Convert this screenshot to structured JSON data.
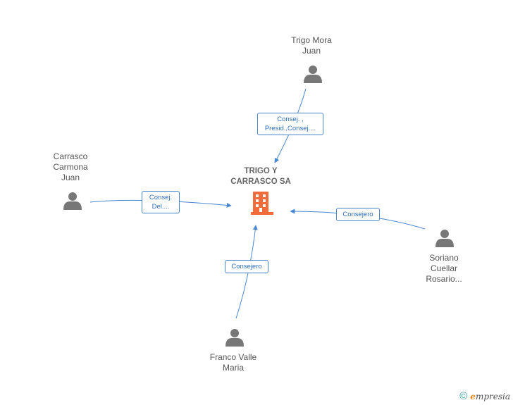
{
  "company": {
    "name_line1": "TRIGO Y",
    "name_line2": "CARRASCO SA",
    "icon": "building-icon",
    "icon_color": "#f26b3a"
  },
  "people": [
    {
      "id": "trigo-mora",
      "lines": [
        "Trigo Mora",
        "Juan"
      ],
      "icon": "person-icon"
    },
    {
      "id": "carrasco-carmona",
      "lines": [
        "Carrasco",
        "Carmona",
        "Juan"
      ],
      "icon": "person-icon"
    },
    {
      "id": "soriano-cuellar",
      "lines": [
        "Soriano",
        "Cuellar",
        "Rosario..."
      ],
      "icon": "person-icon"
    },
    {
      "id": "franco-valle",
      "lines": [
        "Franco Valle",
        "Maria"
      ],
      "icon": "person-icon"
    }
  ],
  "relations": [
    {
      "from": "trigo-mora",
      "lines": [
        "Consej. ,",
        "Presid.,Consej...."
      ]
    },
    {
      "from": "carrasco-carmona",
      "lines": [
        "Consej.",
        "Del...."
      ]
    },
    {
      "from": "soriano-cuellar",
      "lines": [
        "Consejero"
      ]
    },
    {
      "from": "franco-valle",
      "lines": [
        "Consejero"
      ]
    }
  ],
  "colors": {
    "edge": "#4a86d0",
    "person_icon": "#777777"
  },
  "footer": {
    "copyright_symbol": "©",
    "brand_initial": "e",
    "brand_rest": "mpresia"
  }
}
